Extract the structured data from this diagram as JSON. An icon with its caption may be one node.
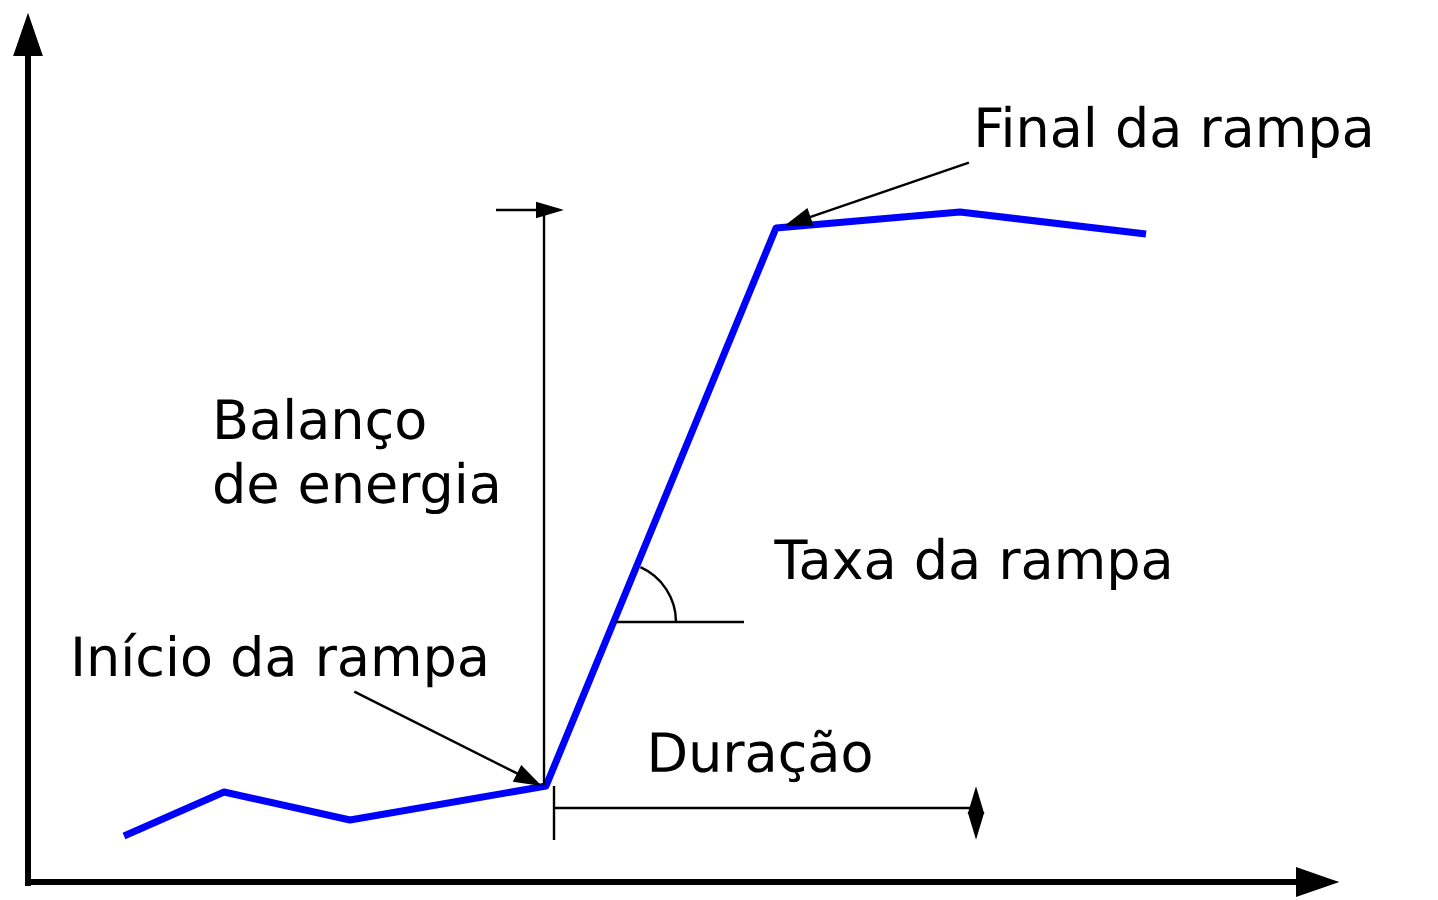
{
  "diagram": {
    "nodes": [
      {
        "text": [
          "Final da rampa"
        ]
      },
      {
        "text": [
          "Início da rampa"
        ]
      }
    ],
    "edges": [
      {
        "from": 0,
        "to": null,
        "arrow": "to"
      },
      {
        "from": 1,
        "to": null,
        "arrow": "to"
      }
    ],
    "labels": [
      "Balanço de energia",
      "Taxa da rampa",
      "Duração"
    ]
  }
}
